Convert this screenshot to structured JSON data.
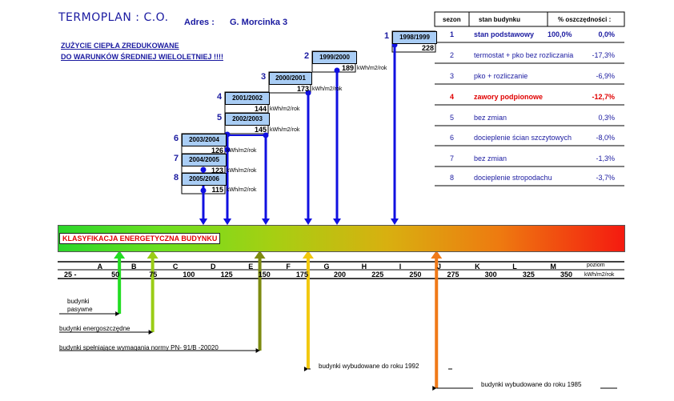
{
  "header": {
    "brand": "TERMOPLAN : C.O.",
    "address_label": "Adres :",
    "address_value": "G. Morcinka 3"
  },
  "note": {
    "line1": "ZUŻYCIE CIEPŁA ZREDUKOWANE",
    "line2": "DO WARUNKÓW ŚREDNIEJ WIELOLETNIEJ !!!!"
  },
  "colors": {
    "accent_blue": "#1a1aa0",
    "season_fill": "#a9cdf5",
    "arrow_blue": "#1010e0",
    "label_red": "#e00000"
  },
  "chart_data": {
    "type": "table",
    "title": "KLASYFIKACJA ENERGETYCZNA BUDYNKU",
    "unit": "kWh/m2/rok",
    "scale": {
      "min": 25,
      "max": 350,
      "ticks": [
        50,
        75,
        100,
        125,
        150,
        175,
        200,
        225,
        250,
        275,
        300,
        325,
        350
      ],
      "first_tick_label": "25  -",
      "level_label": "poziom",
      "unit_label": "kWh/m2/rok"
    },
    "classes": [
      {
        "letter": "A",
        "center": 37.5
      },
      {
        "letter": "B",
        "center": 60
      },
      {
        "letter": "C",
        "center": 87.5
      },
      {
        "letter": "D",
        "center": 112.5
      },
      {
        "letter": "E",
        "center": 137.5
      },
      {
        "letter": "F",
        "center": 162.5
      },
      {
        "letter": "G",
        "center": 187.5
      },
      {
        "letter": "H",
        "center": 212.5
      },
      {
        "letter": "I",
        "center": 237.5
      },
      {
        "letter": "J",
        "center": 262.5
      },
      {
        "letter": "K",
        "center": 287.5
      },
      {
        "letter": "L",
        "center": 312.5
      },
      {
        "letter": "M",
        "center": 337.5
      }
    ],
    "seasons": [
      {
        "n": "1",
        "season": "1998/1999",
        "value": 228,
        "unit": ""
      },
      {
        "n": "2",
        "season": "1999/2000",
        "value": 189,
        "unit": "kWh/m2/rok"
      },
      {
        "n": "3",
        "season": "2000/2001",
        "value": 173,
        "unit": "kWh/m2/rok"
      },
      {
        "n": "4",
        "season": "2001/2002",
        "value": 144,
        "unit": "kWh/m2/rok"
      },
      {
        "n": "5",
        "season": "2002/2003",
        "value": 145,
        "unit": "kWh/m2/rok"
      },
      {
        "n": "6",
        "season": "2003/2004",
        "value": 126,
        "unit": "kWh/m2/rok"
      },
      {
        "n": "7",
        "season": "2004/2005",
        "value": 123,
        "unit": "kWh/m2/rok"
      },
      {
        "n": "8",
        "season": "2005/2006",
        "value": 115,
        "unit": "kWh/m2/rok"
      }
    ],
    "table": {
      "headers": [
        "sezon",
        "stan budynku",
        "% oszczędności :"
      ],
      "rows": [
        {
          "n": "1",
          "state": "stan podstawowy",
          "pct": "100,0%",
          "saving": "0,0%",
          "emphasis": "bold"
        },
        {
          "n": "2",
          "state": "termostat + pko bez rozliczania",
          "pct": "",
          "saving": "-17,3%",
          "emphasis": ""
        },
        {
          "n": "3",
          "state": "pko + rozliczanie",
          "pct": "",
          "saving": "-6,9%",
          "emphasis": ""
        },
        {
          "n": "4",
          "state": "zawory podpionowe",
          "pct": "",
          "saving": "-12,7%",
          "emphasis": "red"
        },
        {
          "n": "5",
          "state": "bez zmian",
          "pct": "",
          "saving": "0,3%",
          "emphasis": ""
        },
        {
          "n": "6",
          "state": "docieplenie ścian szczytowych",
          "pct": "",
          "saving": "-8,0%",
          "emphasis": ""
        },
        {
          "n": "7",
          "state": "bez zmian",
          "pct": "",
          "saving": "-1,3%",
          "emphasis": ""
        },
        {
          "n": "8",
          "state": "docieplenie stropodachu",
          "pct": "",
          "saving": "-3,7%",
          "emphasis": ""
        }
      ]
    },
    "references": [
      {
        "label_lines": [
          "budynki",
          "pasywne"
        ],
        "value": 50,
        "color": "#22dd22"
      },
      {
        "label_lines": [
          "budynki energoszczędne"
        ],
        "value": 72,
        "color": "#9acd16"
      },
      {
        "label_lines": [
          "budynki spełniające wymagania normy PN- 91/B -20020"
        ],
        "value": 143,
        "color": "#7d8a10"
      },
      {
        "label_lines": [
          "budynki wybudowane do roku 1992"
        ],
        "value": 175,
        "color": "#f2c80e"
      },
      {
        "label_lines": [
          "budynki wybudowane do roku 1985"
        ],
        "value": 260,
        "color": "#f07a18"
      }
    ]
  }
}
